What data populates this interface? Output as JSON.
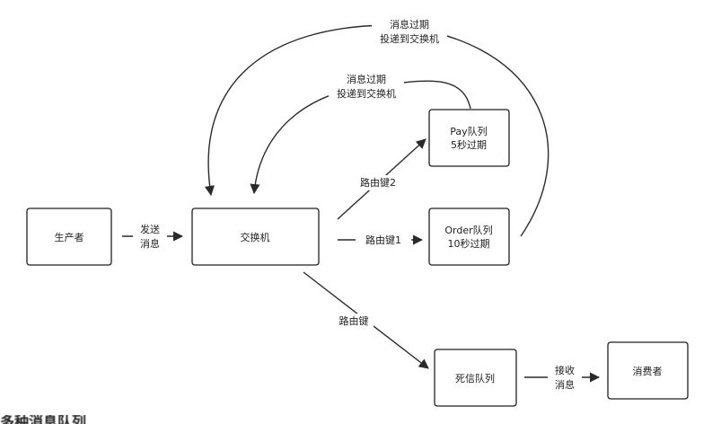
{
  "nodes": {
    "producer": {
      "label": "生产者"
    },
    "exchange": {
      "label": "交换机"
    },
    "pay_queue": {
      "line1": "Pay队列",
      "line2": "5秒过期"
    },
    "order_queue": {
      "line1": "Order队列",
      "line2": "10秒过期"
    },
    "dead_letter_queue": {
      "label": "死信队列"
    },
    "consumer": {
      "label": "消费者"
    }
  },
  "edges": {
    "send": {
      "line1": "发送",
      "line2": "消息"
    },
    "routing_key_2": {
      "label": "路由键2"
    },
    "routing_key_1": {
      "label": "路由键1"
    },
    "routing_key": {
      "label": "路由键"
    },
    "receive": {
      "line1": "接收",
      "line2": "消息"
    },
    "pay_expire": {
      "line1": "消息过期",
      "line2": "投递到交换机"
    },
    "order_expire": {
      "line1": "消息过期",
      "line2": "投递到交换机"
    }
  },
  "footer_fragment": "多种消息队列"
}
